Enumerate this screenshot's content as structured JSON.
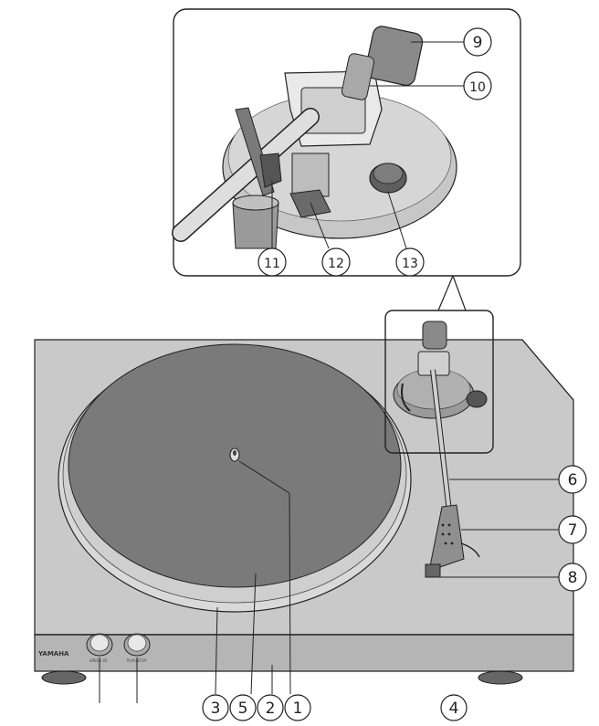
{
  "brand": "YAMAHA",
  "buttons": [
    {
      "label": "SPEED 45"
    },
    {
      "label": "PLAY/STOP"
    }
  ],
  "callouts": [
    {
      "id": "c1",
      "text": "1"
    },
    {
      "id": "c2",
      "text": "2"
    },
    {
      "id": "c3",
      "text": "3"
    },
    {
      "id": "c4",
      "text": "4"
    },
    {
      "id": "c5",
      "text": "5"
    },
    {
      "id": "c6",
      "text": "6"
    },
    {
      "id": "c7",
      "text": "7"
    },
    {
      "id": "c8",
      "text": "8"
    },
    {
      "id": "c9",
      "text": "9"
    },
    {
      "id": "c10",
      "text": "10"
    },
    {
      "id": "c11",
      "text": "11"
    },
    {
      "id": "c12",
      "text": "12"
    },
    {
      "id": "c13",
      "text": "13"
    }
  ],
  "colors": {
    "body": "#c9c9c9",
    "platter_mat": "#7a7a7a",
    "platter_rim": "#d9d9d9",
    "outline": "#222222"
  }
}
